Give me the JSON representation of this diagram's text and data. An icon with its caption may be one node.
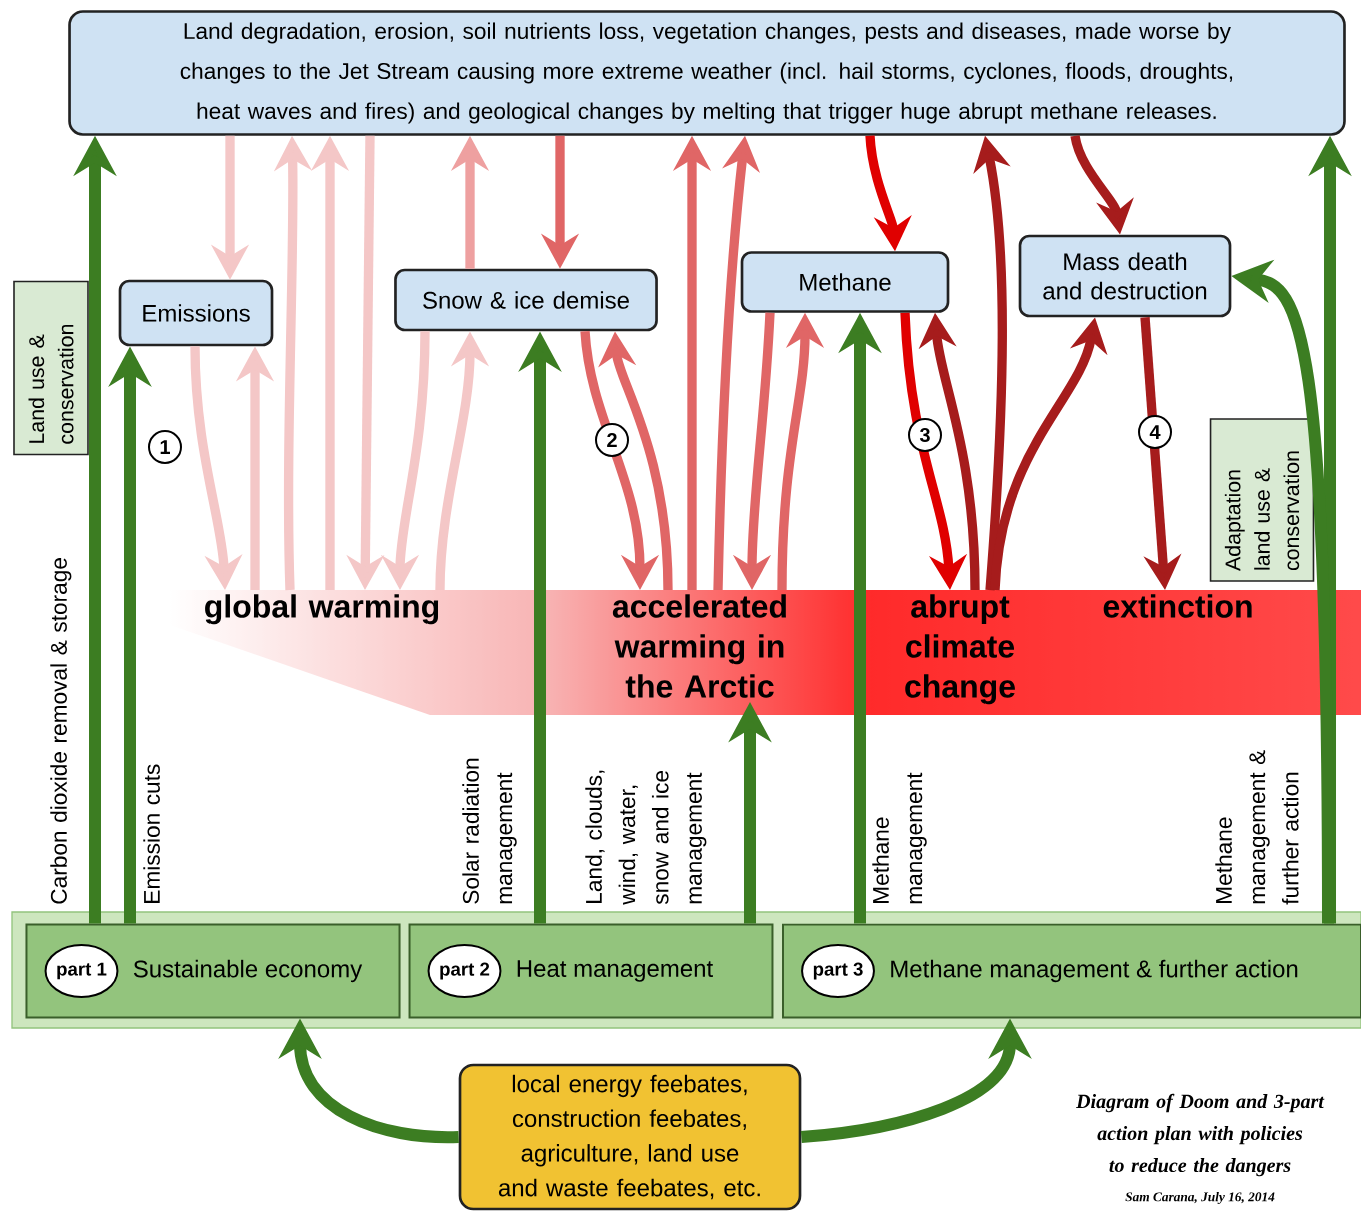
{
  "diagram": {
    "caption": "Diagram of Doom and 3-part action plan with policies to reduce the dangers",
    "nodes": [
      {
        "text": [
          "Land degradation, erosion, soil nutrients loss, vegetation changes, pests and diseases, made worse by changes to the Jet Stream causing more extreme weather (incl. hail storms, cyclones, floods, droughts, heat waves and fires) and geological changes by melting that trigger huge abrupt methane releases."
        ]
      },
      {
        "text": [
          "Emissions"
        ]
      },
      {
        "text": [
          "Snow & ice demise"
        ]
      },
      {
        "text": [
          "Methane"
        ]
      },
      {
        "text": [
          "Mass death and destruction"
        ]
      },
      {
        "text": [
          "global warming"
        ]
      },
      {
        "text": [
          "accelerated warming in the Arctic"
        ]
      },
      {
        "text": [
          "abrupt climate change"
        ]
      },
      {
        "text": [
          "extinction"
        ]
      },
      {
        "text": [
          "part 1",
          "Sustainable economy"
        ]
      },
      {
        "text": [
          "part 2",
          "Heat management"
        ]
      },
      {
        "text": [
          "part 3",
          "Methane management & further action"
        ]
      },
      {
        "text": [
          "local energy feebates, construction feebates, agriculture, land use and waste feebates, etc."
        ]
      },
      {
        "text": [
          "Land use & conservation"
        ]
      },
      {
        "text": [
          "Adaptation land use & conservation"
        ]
      }
    ],
    "edges": [
      {
        "from": 9,
        "to": 0,
        "arrow": "to",
        "label": "Carbon dioxide removal & storage"
      },
      {
        "from": 9,
        "to": 1,
        "arrow": "to",
        "label": "Emission cuts"
      },
      {
        "from": 10,
        "to": 2,
        "arrow": "to",
        "label": "Solar radiation management"
      },
      {
        "from": 10,
        "to": 6,
        "arrow": "to",
        "label": "Land, clouds, wind, water, snow and ice management"
      },
      {
        "from": 11,
        "to": 3,
        "arrow": "to",
        "label": "Methane management"
      },
      {
        "from": 11,
        "to": 0,
        "arrow": "to",
        "label": "Methane management & further action"
      },
      {
        "from": 11,
        "to": 4,
        "arrow": "to"
      },
      {
        "from": 12,
        "to": 9,
        "arrow": "to"
      },
      {
        "from": 12,
        "to": 11,
        "arrow": "to"
      },
      {
        "from": 5,
        "to": 0,
        "arrow": "to",
        "color": "#f4c7c7"
      },
      {
        "from": 0,
        "to": 1,
        "arrow": "to",
        "color": "#f4c7c7"
      },
      {
        "from": 1,
        "to": 5,
        "arrow": "to",
        "color": "#f4c7c7"
      },
      {
        "from": 5,
        "to": 1,
        "arrow": "to",
        "color": "#f4c7c7"
      },
      {
        "from": 5,
        "to": 0,
        "arrow": "to",
        "color": "#f4c7c7"
      },
      {
        "from": 0,
        "to": 5,
        "arrow": "to",
        "color": "#f4c7c7"
      },
      {
        "from": 2,
        "to": 5,
        "arrow": "to",
        "color": "#f4c7c7"
      },
      {
        "from": 5,
        "to": 2,
        "arrow": "to",
        "color": "#f4c7c7"
      },
      {
        "from": 2,
        "to": 0,
        "arrow": "to",
        "color": "#eea0a0"
      },
      {
        "from": 0,
        "to": 2,
        "arrow": "to",
        "color": "#e06666"
      },
      {
        "from": 2,
        "to": 6,
        "arrow": "to",
        "color": "#e06666"
      },
      {
        "from": 6,
        "to": 2,
        "arrow": "to",
        "color": "#e06666"
      },
      {
        "from": 6,
        "to": 0,
        "arrow": "to",
        "color": "#e06666"
      },
      {
        "from": 3,
        "to": 6,
        "arrow": "to",
        "color": "#e06666"
      },
      {
        "from": 6,
        "to": 3,
        "arrow": "to",
        "color": "#e06666"
      },
      {
        "from": 6,
        "to": 0,
        "arrow": "to",
        "color": "#e06666"
      },
      {
        "from": 0,
        "to": 3,
        "arrow": "to",
        "color": "#e00000"
      },
      {
        "from": 3,
        "to": 7,
        "arrow": "to",
        "color": "#e00000"
      },
      {
        "from": 7,
        "to": 3,
        "arrow": "to",
        "color": "#a61c1c"
      },
      {
        "from": 7,
        "to": 0,
        "arrow": "to",
        "color": "#a61c1c"
      },
      {
        "from": 7,
        "to": 4,
        "arrow": "to",
        "color": "#a61c1c"
      },
      {
        "from": 0,
        "to": 4,
        "arrow": "to",
        "color": "#a61c1c"
      },
      {
        "from": 4,
        "to": 8,
        "arrow": "to",
        "color": "#a61c1c"
      }
    ],
    "labels": [
      "1",
      "2",
      "3",
      "4",
      "Sam Carana, July 16, 2014"
    ]
  }
}
